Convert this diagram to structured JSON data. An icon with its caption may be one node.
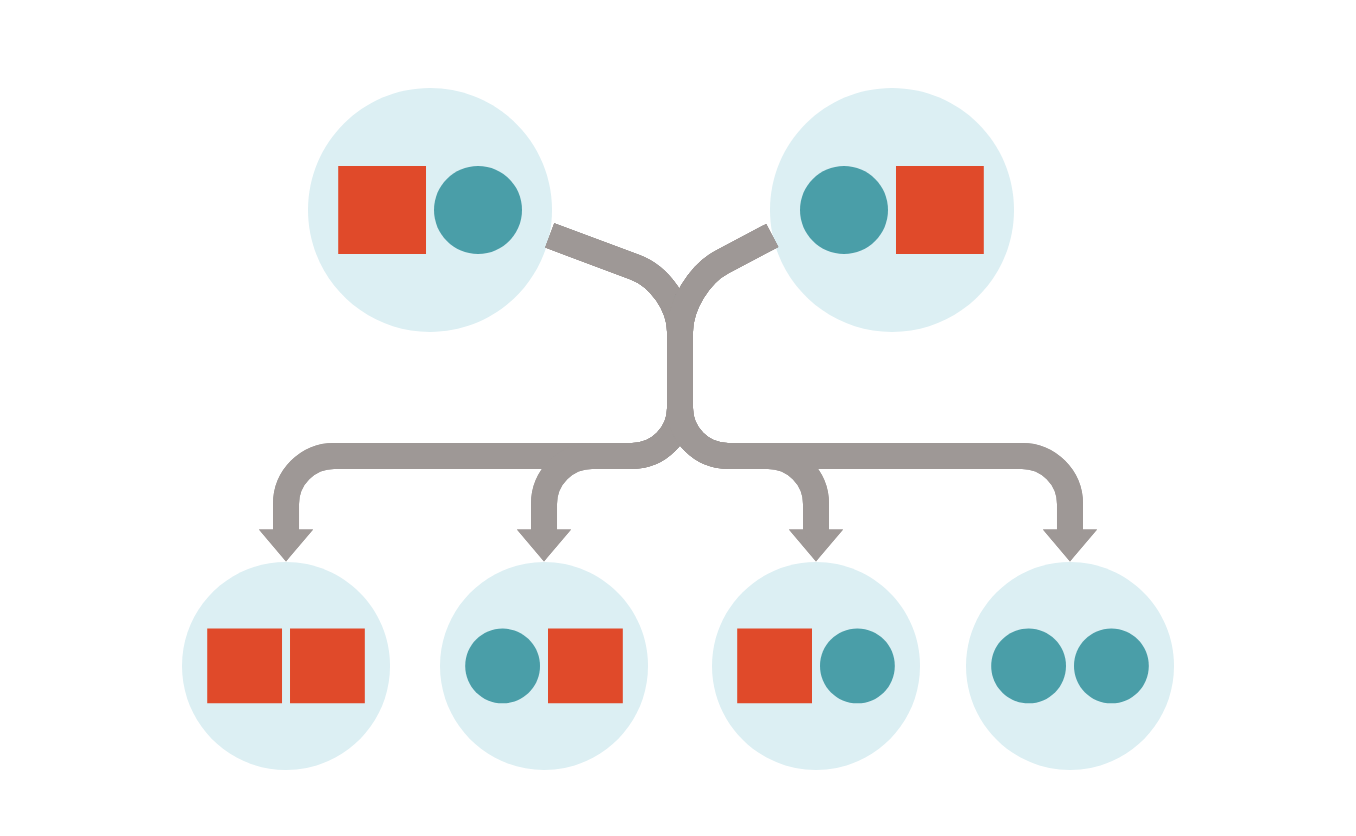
{
  "diagram": {
    "nodes": [
      {
        "text": [],
        "shape": "circle"
      },
      {
        "text": [],
        "shape": "circle"
      },
      {
        "text": [],
        "shape": "circle"
      },
      {
        "text": [],
        "shape": "circle"
      },
      {
        "text": [],
        "shape": "circle"
      },
      {
        "text": [],
        "shape": "circle"
      }
    ],
    "edges": [
      {
        "from": 0,
        "to": 2,
        "arrow": "to"
      },
      {
        "from": 0,
        "to": 3,
        "arrow": "to"
      },
      {
        "from": 0,
        "to": 4,
        "arrow": "to"
      },
      {
        "from": 0,
        "to": 5,
        "arrow": "to"
      },
      {
        "from": 1,
        "to": 2,
        "arrow": "to"
      },
      {
        "from": 1,
        "to": 3,
        "arrow": "to"
      },
      {
        "from": 1,
        "to": 4,
        "arrow": "to"
      },
      {
        "from": 1,
        "to": 5,
        "arrow": "to"
      }
    ]
  }
}
